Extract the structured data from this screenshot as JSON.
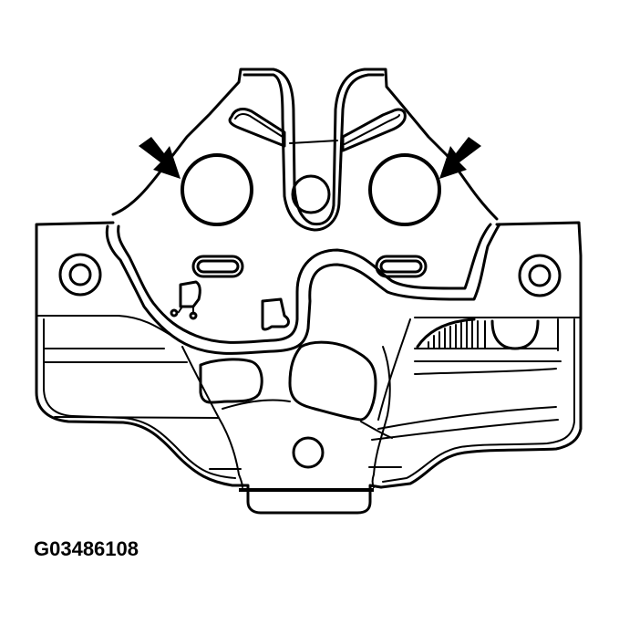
{
  "figure": {
    "id_label": "G03486108",
    "subject": "Latch assembly mounting plate",
    "callouts": [
      {
        "name": "left-arrow",
        "points_to": "left-mounting-hole"
      },
      {
        "name": "right-arrow",
        "points_to": "right-mounting-hole"
      }
    ],
    "colors": {
      "line": "#000000",
      "background": "#ffffff"
    }
  }
}
